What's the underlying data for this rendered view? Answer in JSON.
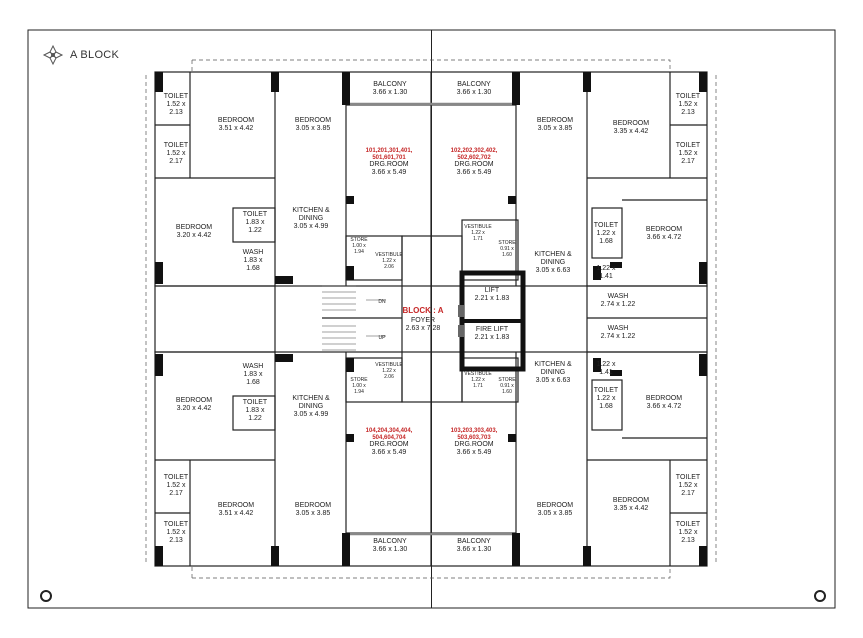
{
  "header": {
    "title": "A BLOCK",
    "logo_icon": "lotus-icon"
  },
  "rooms": {
    "nw_toilet1": {
      "name": "TOILET",
      "size": [
        "1.52 x",
        "2.13"
      ]
    },
    "nw_toilet2": {
      "name": "TOILET",
      "size": [
        "1.52 x",
        "2.17"
      ]
    },
    "nw_bed1": {
      "name": "BEDROOM",
      "size": [
        "3.51 x 4.42"
      ]
    },
    "nw_bed2": {
      "name": "BEDROOM",
      "size": [
        "3.05 x 3.85"
      ]
    },
    "nw_bed3": {
      "name": "BEDROOM",
      "size": [
        "3.20 x 4.42"
      ]
    },
    "nw_toilet3": {
      "name": "TOILET",
      "size": [
        "1.83 x",
        "1.22"
      ]
    },
    "nw_wash": {
      "name": "WASH",
      "size": [
        "1.83 x",
        "1.68"
      ]
    },
    "nw_kitchen": {
      "name": "KITCHEN &",
      "name2": "DINING",
      "size": [
        "3.05 x 4.99"
      ]
    },
    "nw_store": {
      "name": "STORE",
      "size": [
        "1.00 x",
        "1.94"
      ]
    },
    "nw_vest": {
      "name": "VESTIBULE",
      "size": [
        "1.22 x",
        "2.06"
      ]
    },
    "nw_drg": {
      "units": [
        "101,201,301,401,",
        "501,601,701"
      ],
      "name": "DRG.ROOM",
      "size": [
        "3.66 x 5.49"
      ]
    },
    "n_balc1": {
      "name": "BALCONY",
      "size": [
        "3.66 x 1.30"
      ]
    },
    "n_balc2": {
      "name": "BALCONY",
      "size": [
        "3.66 x 1.30"
      ]
    },
    "ne_drg": {
      "units": [
        "102,202,302,402,",
        "502,602,702"
      ],
      "name": "DRG.ROOM",
      "size": [
        "3.66 x 5.49"
      ]
    },
    "ne_bed1": {
      "name": "BEDROOM",
      "size": [
        "3.05 x 3.85"
      ]
    },
    "ne_bed2": {
      "name": "BEDROOM",
      "size": [
        "3.35 x 4.42"
      ]
    },
    "ne_toilet1": {
      "name": "TOILET",
      "size": [
        "1.52 x",
        "2.13"
      ]
    },
    "ne_toilet2": {
      "name": "TOILET",
      "size": [
        "1.52 x",
        "2.17"
      ]
    },
    "ne_vest": {
      "name": "VESTIBULE",
      "size": [
        "1.22 x",
        "1.71"
      ]
    },
    "ne_store": {
      "name": "STORE",
      "size": [
        "0.91 x",
        "1.60"
      ]
    },
    "ne_kitchen": {
      "name": "KITCHEN &",
      "name2": "DINING",
      "size": [
        "3.05 x 6.63"
      ]
    },
    "ne_toilet3": {
      "name": "TOILET",
      "size": [
        "1.22 x",
        "1.68"
      ]
    },
    "ne_toilet4": {
      "size": [
        "1.22 x",
        "1.41"
      ]
    },
    "ne_bed3": {
      "name": "BEDROOM",
      "size": [
        "3.66 x 4.72"
      ]
    },
    "e_wash1": {
      "name": "WASH",
      "size": [
        "2.74 x 1.22"
      ]
    },
    "e_wash2": {
      "name": "WASH",
      "size": [
        "2.74 x 1.22"
      ]
    },
    "lift": {
      "name": "LIFT",
      "size": [
        "2.21 x 1.83"
      ]
    },
    "firelift": {
      "name": "FIRE LIFT",
      "size": [
        "2.21 x 1.83"
      ]
    },
    "foyer": {
      "block": "BLOCK : A",
      "name": "FOYER",
      "size": [
        "2.63 x 7.28"
      ]
    },
    "stair_dn": "DN",
    "stair_up": "UP",
    "sw_wash": {
      "name": "WASH",
      "size": [
        "1.83 x",
        "1.68"
      ]
    },
    "sw_bed3": {
      "name": "BEDROOM",
      "size": [
        "3.20 x 4.42"
      ]
    },
    "sw_toilet3": {
      "name": "TOILET",
      "size": [
        "1.83 x",
        "1.22"
      ]
    },
    "sw_kitchen": {
      "name": "KITCHEN &",
      "name2": "DINING",
      "size": [
        "3.05 x 4.99"
      ]
    },
    "sw_vest": {
      "name": "VESTIBULE",
      "size": [
        "1.22 x",
        "2.06"
      ]
    },
    "sw_store": {
      "name": "STORE",
      "size": [
        "1.00 x",
        "1.94"
      ]
    },
    "sw_drg": {
      "units": [
        "104,204,304,404,",
        "504,604,704"
      ],
      "name": "DRG.ROOM",
      "size": [
        "3.66 x 5.49"
      ]
    },
    "sw_toilet2": {
      "name": "TOILET",
      "size": [
        "1.52 x",
        "2.17"
      ]
    },
    "sw_toilet1": {
      "name": "TOILET",
      "size": [
        "1.52 x",
        "2.13"
      ]
    },
    "sw_bed1": {
      "name": "BEDROOM",
      "size": [
        "3.51 x 4.42"
      ]
    },
    "sw_bed2": {
      "name": "BEDROOM",
      "size": [
        "3.05 x 3.85"
      ]
    },
    "s_balc1": {
      "name": "BALCONY",
      "size": [
        "3.66 x 1.30"
      ]
    },
    "s_balc2": {
      "name": "BALCONY",
      "size": [
        "3.66 x 1.30"
      ]
    },
    "se_drg": {
      "units": [
        "103,203,303,403,",
        "503,603,703"
      ],
      "name": "DRG.ROOM",
      "size": [
        "3.66 x 5.49"
      ]
    },
    "se_vest": {
      "name": "VESTIBULE",
      "size": [
        "1.22 x",
        "1.71"
      ]
    },
    "se_store": {
      "name": "STORE",
      "size": [
        "0.91 x",
        "1.60"
      ]
    },
    "se_kitchen": {
      "name": "KITCHEN &",
      "name2": "DINING",
      "size": [
        "3.05 x 6.63"
      ]
    },
    "se_toilet4": {
      "size": [
        "1.22 x",
        "1.41"
      ]
    },
    "se_toilet3": {
      "name": "TOILET",
      "size": [
        "1.22 x",
        "1.68"
      ]
    },
    "se_bed3": {
      "name": "BEDROOM",
      "size": [
        "3.66 x 4.72"
      ]
    },
    "se_bed1": {
      "name": "BEDROOM",
      "size": [
        "3.05 x 3.85"
      ]
    },
    "se_bed2": {
      "name": "BEDROOM",
      "size": [
        "3.35 x 4.42"
      ]
    },
    "se_toilet2": {
      "name": "TOILET",
      "size": [
        "1.52 x",
        "2.17"
      ]
    },
    "se_toilet1": {
      "name": "TOILET",
      "size": [
        "1.52 x",
        "2.13"
      ]
    }
  },
  "colors": {
    "wall": "#111111",
    "unit_label": "#c62828",
    "line": "#222222"
  }
}
